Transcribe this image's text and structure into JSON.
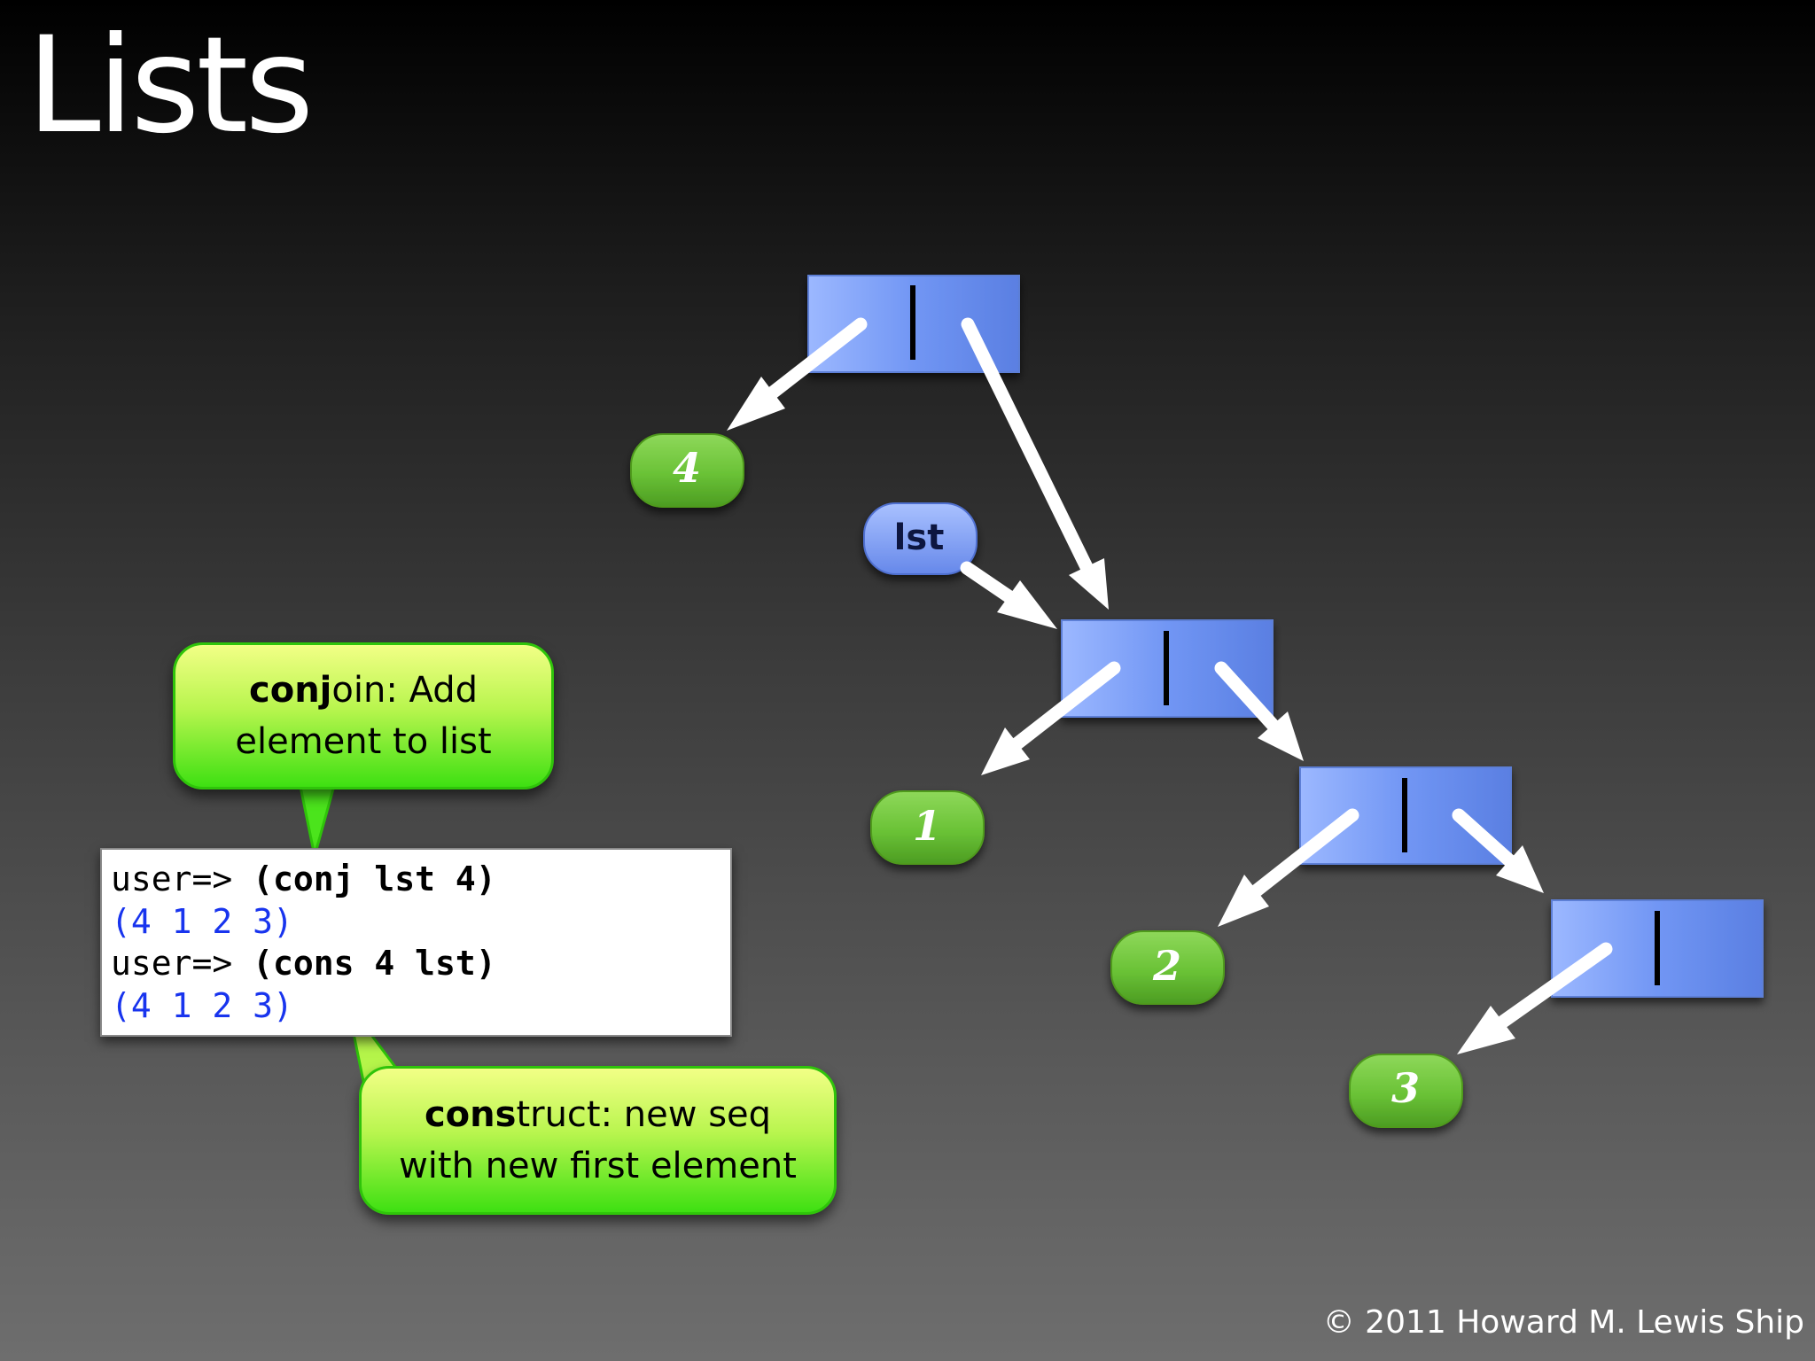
{
  "title": "Lists",
  "nodes": {
    "n4": "4",
    "n1": "1",
    "n2": "2",
    "n3": "3",
    "lst": "lst"
  },
  "callouts": {
    "conj": {
      "bold": "conj",
      "rest_line1": "oin: Add",
      "line2": "element to list"
    },
    "cons": {
      "bold": "cons",
      "rest_line1": "truct: new seq",
      "line2": "with new first element"
    }
  },
  "repl": [
    {
      "prompt": "user=> ",
      "command": "(conj lst 4)"
    },
    {
      "output": "(4 1 2 3)"
    },
    {
      "prompt": "user=> ",
      "command": "(cons 4 lst)"
    },
    {
      "output": "(4 1 2 3)"
    }
  ],
  "copyright": "© 2011 Howard M. Lewis Ship",
  "colors": {
    "cell_blue": "#6f92ee",
    "node_green": "#6cc43a",
    "callout_green": "#7cf02a",
    "repl_output": "#1834ee"
  }
}
